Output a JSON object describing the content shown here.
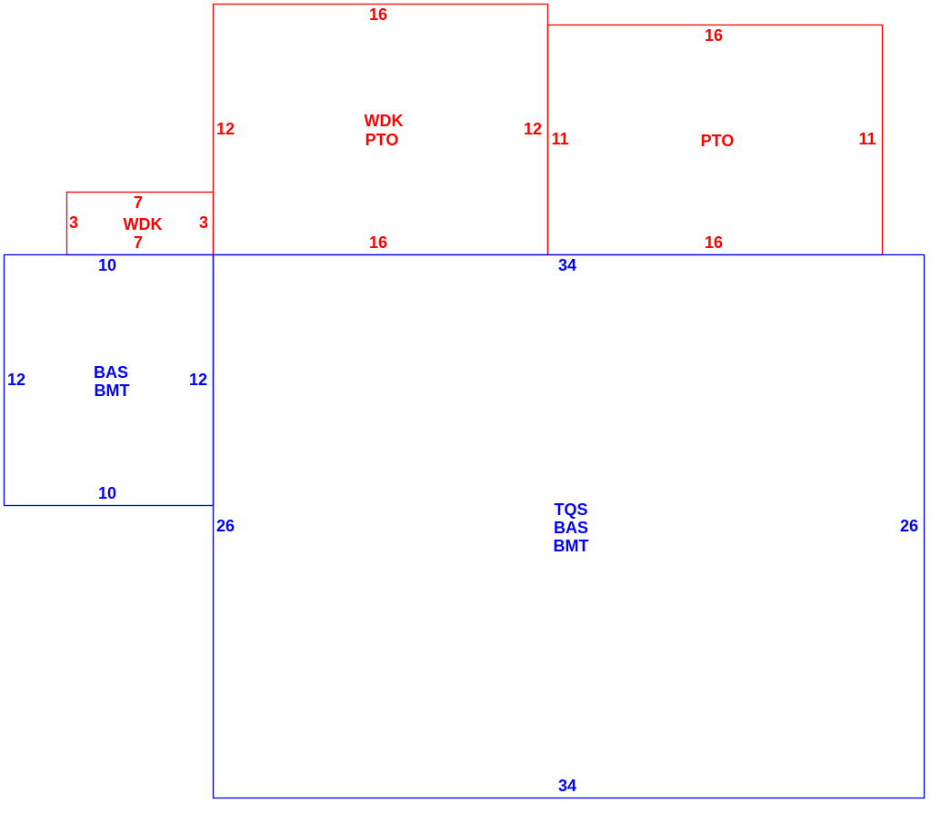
{
  "colors": {
    "exterior_additions": "#ff0000",
    "living_areas": "#0000ff"
  },
  "areas": {
    "wdk_small": {
      "codes": [
        "WDK"
      ],
      "top": "7",
      "bottom": "7",
      "left": "3",
      "right": "3"
    },
    "wdk_pto": {
      "codes": [
        "WDK",
        "PTO"
      ],
      "top": "16",
      "bottom": "16",
      "left": "12",
      "right": "12"
    },
    "pto": {
      "codes": [
        "PTO"
      ],
      "top": "16",
      "bottom": "16",
      "left": "11",
      "right": "11"
    },
    "bas_bmt": {
      "codes": [
        "BAS",
        "BMT"
      ],
      "top": "10",
      "bottom": "10",
      "left": "12",
      "right": "12"
    },
    "tqs_bas_bmt": {
      "codes": [
        "TQS",
        "BAS",
        "BMT"
      ],
      "top": "34",
      "bottom": "34",
      "left": "26",
      "right": "26"
    }
  }
}
